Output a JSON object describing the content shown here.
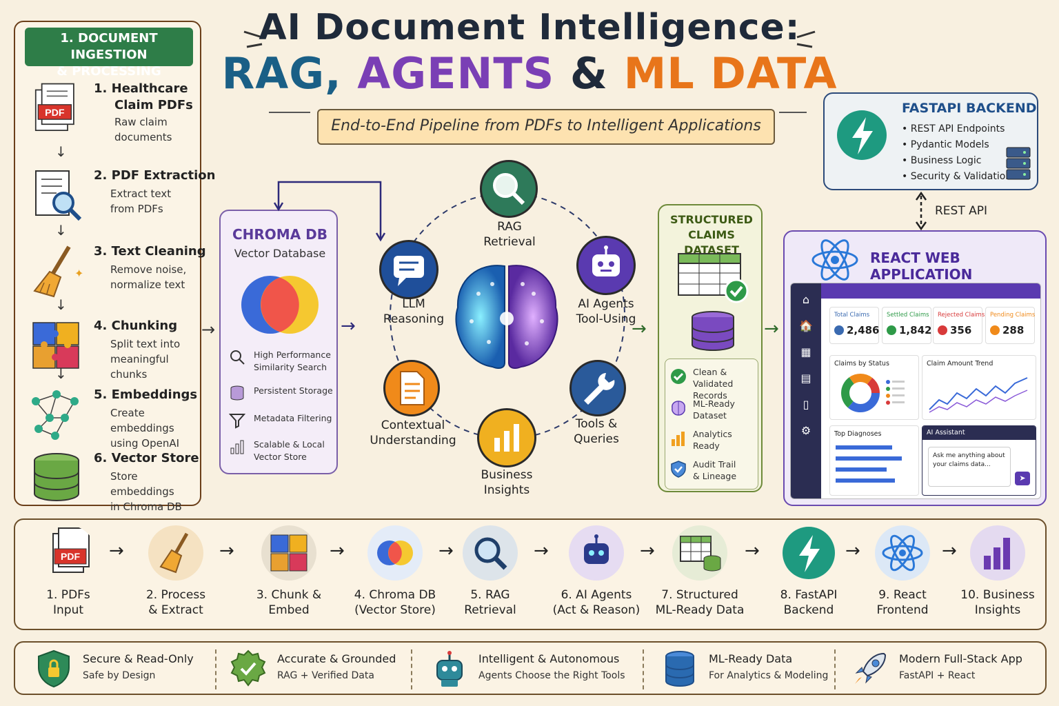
{
  "title": {
    "line1": "AI Document Intelligence:",
    "line2_rag": "RAG,",
    "line2_agents": "AGENTS",
    "line2_amp": "&",
    "line2_ml": "ML DATA",
    "subtitle": "End-to-End Pipeline from PDFs to Intelligent Applications"
  },
  "ingestion": {
    "header": "1. DOCUMENT INGESTION\n& PROCESSING",
    "steps": [
      {
        "title": "1. Healthcare",
        "title2": "Claim PDFs",
        "desc": "Raw claim\ndocuments",
        "icon": "pdf-icon",
        "badge": "PDF"
      },
      {
        "title": "2. PDF Extraction",
        "desc": "Extract text\nfrom PDFs",
        "icon": "magnify-document-icon"
      },
      {
        "title": "3. Text Cleaning",
        "desc": "Remove noise,\nnormalize text",
        "icon": "broom-icon"
      },
      {
        "title": "4. Chunking",
        "desc": "Split text into\nmeaningful chunks",
        "icon": "puzzle-icon"
      },
      {
        "title": "5. Embeddings",
        "desc": "Create embeddings\nusing OpenAI",
        "icon": "network-icon"
      },
      {
        "title": "6. Vector Store",
        "desc": "Store embeddings\nin Chroma DB",
        "icon": "database-icon"
      }
    ]
  },
  "chroma": {
    "title": "CHROMA DB",
    "subtitle": "Vector Database",
    "features": [
      {
        "text": "High Performance\nSimilarity Search",
        "icon": "search-icon"
      },
      {
        "text": "Persistent Storage",
        "icon": "database-icon"
      },
      {
        "text": "Metadata Filtering",
        "icon": "filter-icon"
      },
      {
        "text": "Scalable & Local\nVector Store",
        "icon": "bar-chart-icon"
      }
    ]
  },
  "center": {
    "nodes": [
      {
        "label": "RAG\nRetrieval",
        "icon": "search-icon"
      },
      {
        "label": "LLM\nReasoning",
        "icon": "chat-icon"
      },
      {
        "label": "AI Agents\nTool-Using",
        "icon": "robot-icon"
      },
      {
        "label": "Contextual\nUnderstanding",
        "icon": "document-icon"
      },
      {
        "label": "Tools &\nQueries",
        "icon": "wrench-icon"
      },
      {
        "label": "Business\nInsights",
        "icon": "bar-chart-icon"
      }
    ]
  },
  "dataset": {
    "title": "STRUCTURED\nCLAIMS DATASET",
    "items": [
      {
        "text": "Clean & Validated\nRecords",
        "icon": "check-icon"
      },
      {
        "text": "ML-Ready\nDataset",
        "icon": "brain-icon"
      },
      {
        "text": "Analytics\nReady",
        "icon": "bar-chart-icon"
      },
      {
        "text": "Audit Trail\n& Lineage",
        "icon": "shield-icon"
      }
    ]
  },
  "fastapi": {
    "title": "FASTAPI BACKEND",
    "items": [
      "REST API Endpoints",
      "Pydantic Models",
      "Business Logic",
      "Security & Validation"
    ],
    "connector": "REST API"
  },
  "react": {
    "title": "REACT WEB APPLICATION",
    "kpis": [
      {
        "label": "Total Claims",
        "value": "2,486",
        "color": "#3a6ab0"
      },
      {
        "label": "Settled Claims",
        "value": "1,842",
        "color": "#2e9a48"
      },
      {
        "label": "Rejected Claims",
        "value": "356",
        "color": "#d83a3a"
      },
      {
        "label": "Pending Claims",
        "value": "288",
        "color": "#f08a1a"
      }
    ],
    "cards": {
      "status": "Claims by Status",
      "trend": "Claim Amount Trend",
      "diagnoses": "Top Diagnoses",
      "assistant": "AI Assistant",
      "assistant_placeholder": "Ask me anything about\nyour claims data..."
    }
  },
  "flow": [
    {
      "label": "1. PDFs\nInput",
      "icon": "pdf-icon",
      "badge": "PDF"
    },
    {
      "label": "2. Process\n& Extract",
      "icon": "broom-icon"
    },
    {
      "label": "3. Chunk &\nEmbed",
      "icon": "puzzle-icon"
    },
    {
      "label": "4. Chroma DB\n(Vector Store)",
      "icon": "chroma-icon"
    },
    {
      "label": "5. RAG\nRetrieval",
      "icon": "search-icon"
    },
    {
      "label": "6. AI Agents\n(Act & Reason)",
      "icon": "robot-icon"
    },
    {
      "label": "7. Structured\nML-Ready Data",
      "icon": "table-icon"
    },
    {
      "label": "8. FastAPI\nBackend",
      "icon": "lightning-icon"
    },
    {
      "label": "9. React\nFrontend",
      "icon": "react-icon"
    },
    {
      "label": "10. Business\nInsights",
      "icon": "bar-chart-icon"
    }
  ],
  "footer": [
    {
      "title": "Secure & Read-Only",
      "sub": "Safe by Design",
      "icon": "shield-lock-icon"
    },
    {
      "title": "Accurate & Grounded",
      "sub": "RAG + Verified Data",
      "icon": "check-badge-icon"
    },
    {
      "title": "Intelligent & Autonomous",
      "sub": "Agents Choose the Right Tools",
      "icon": "robot-icon"
    },
    {
      "title": "ML-Ready Data",
      "sub": "For Analytics & Modeling",
      "icon": "database-icon"
    },
    {
      "title": "Modern Full-Stack App",
      "sub": "FastAPI + React",
      "icon": "rocket-icon"
    }
  ]
}
